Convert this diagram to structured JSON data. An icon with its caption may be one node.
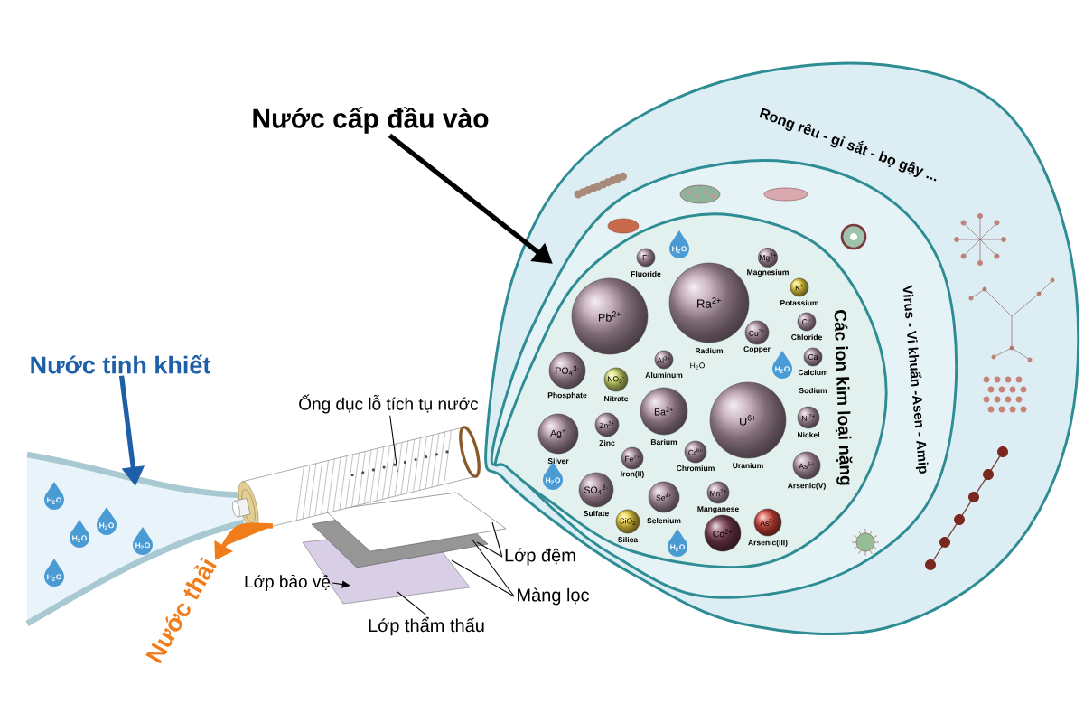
{
  "diagram": {
    "nodes": [
      {
        "text": [
          "Nước cấp đầu vào"
        ]
      },
      {
        "text": [
          "Rong rêu - gỉ sắt - bọ gậy ..."
        ]
      },
      {
        "text": [
          "Virus - Vi khuẩn -Asen - Amip"
        ],
        "in": 1
      },
      {
        "text": [
          "Các ion kim loại nặng"
        ],
        "in": 2
      },
      {
        "text": [
          "Nước tinh khiết"
        ]
      },
      {
        "text": [
          "Nước thải"
        ]
      },
      {
        "text": [
          "Ống đục lỗ tích tụ nước"
        ]
      },
      {
        "text": [
          "Lớp đệm"
        ]
      },
      {
        "text": [
          "Màng lọc"
        ]
      },
      {
        "text": [
          "Lớp bảo vệ"
        ]
      },
      {
        "text": [
          "Lớp thẩm thấu"
        ]
      }
    ],
    "edges": [
      {
        "from": 0,
        "to": 1,
        "arrow": "to",
        "style": "thick"
      },
      {
        "from": 4,
        "to": null,
        "arrow": "to",
        "style": "thick",
        "color": "#1e5fa8"
      },
      {
        "from": 6,
        "to": null,
        "arrow": "none"
      },
      {
        "from": 7,
        "to": null,
        "arrow": "none"
      },
      {
        "from": 7,
        "to": null,
        "arrow": "none"
      },
      {
        "from": 8,
        "to": null,
        "arrow": "none"
      },
      {
        "from": 8,
        "to": null,
        "arrow": "none"
      },
      {
        "from": 9,
        "to": null,
        "arrow": "to"
      },
      {
        "from": 10,
        "to": null,
        "arrow": "none"
      }
    ],
    "labels": [
      "F$^{-}$",
      "Fluoride",
      "H$_{2}$O",
      "Pb$^{2+}$",
      "Ra$^{2+}$",
      "Mg$^{2+}$",
      "Magnesium",
      "K$^{+}$",
      "Potassium",
      "Cl$^{-}$",
      "Chloride",
      "Radium",
      "Al$^{3+}$",
      "Aluminum",
      "Cu$^{2+}$",
      "Copper",
      "H$_{2}$O",
      "Ca",
      "Calcium",
      "PO$_{4}$$^{3-}$",
      "Phosphate",
      "NO$_{3}$$^{-}$",
      "Nitrate",
      "H$_{2}$O",
      "Ba$^{2+}$",
      "U$^{6+}$",
      "Sodium",
      "Zn$^{2+}$",
      "Zinc",
      "Barium",
      "Ag$^{+}$",
      "Fe$^{2+}$",
      "Cr$^{6+}$",
      "Chromium",
      "Iron(II)",
      "Silver",
      "SO$_{4}$$^{2-}$",
      "Uranium",
      "Mn$^{2+}$",
      "Ni$^{2+}$",
      "Nickel",
      "Manganese",
      "Sulfate",
      "H$_{2}$O",
      "Se$^{4+}$",
      "Selenium",
      "SiO$_{2}$",
      "Silica",
      "As$^{5+}$",
      "Arsenic(V)",
      "Cd$^{2+}$",
      "As$^{3+}$",
      "Arsenic(III)",
      "H$_{2}$O",
      "H$_{2}$O",
      "H$_{2}$O",
      "H$_{2}$O",
      "H$_{2}$O",
      "H$_{2}$O"
    ]
  }
}
